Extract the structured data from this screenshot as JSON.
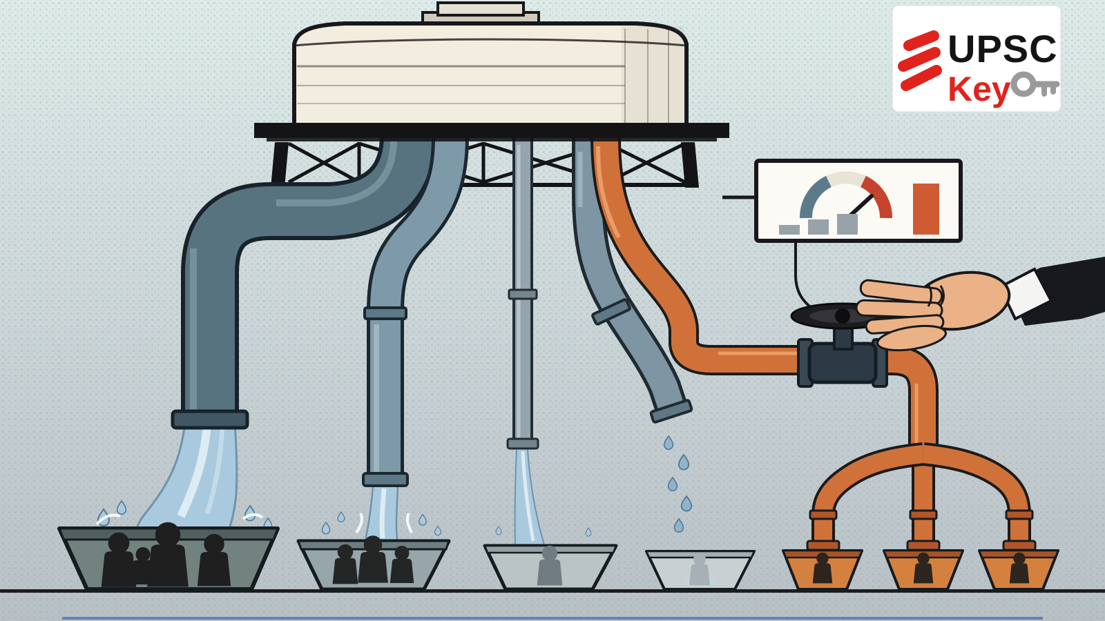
{
  "meta": {
    "type": "editorial-illustration",
    "alt": "A large water tank on a trestle feeds pipes of decreasing size. Wide pipes pour abundant water into basins crowded with people while a thin pipe only drips into a nearly empty basin. A hand turns a valve diverting water through orange pipes into three small pots, monitored by a gauge with rising bars."
  },
  "logo": {
    "brand": "UPSC",
    "product": "Key"
  },
  "palette": {
    "background_top": "#dcebe8",
    "background_bottom": "#b7c0c5",
    "tank_body": "#f2edde",
    "ink": "#141417",
    "pipe_large": "#57737f",
    "pipe_medium": "#7e99a7",
    "pipe_small": "#95a5ad",
    "pipe_drip": "#7e95a3",
    "pipe_orange": "#d0713a",
    "water": "#a9c9de",
    "basin_dark": "#72827f",
    "basin_orange": "#d4813f",
    "people": "#1e1f1e",
    "gauge_red": "#c6432e",
    "logo_red": "#e0231c",
    "skin": "#eab286"
  },
  "scene": {
    "tank": {
      "label": "water-tank"
    },
    "pipes": [
      {
        "id": "pipe-1",
        "size": "widest",
        "color": "#57737f",
        "flow": "torrent"
      },
      {
        "id": "pipe-2",
        "size": "wide",
        "color": "#7e99a7",
        "flow": "steady"
      },
      {
        "id": "pipe-3",
        "size": "thin",
        "color": "#95a5ad",
        "flow": "trickle"
      },
      {
        "id": "pipe-4",
        "size": "medium",
        "color": "#7e95a3",
        "flow": "drips"
      },
      {
        "id": "pipe-5",
        "size": "medium",
        "color": "#d0713a",
        "flow": "diverted-through-valve"
      }
    ],
    "basins": [
      {
        "id": "basin-1",
        "people": 4,
        "water": "overflowing"
      },
      {
        "id": "basin-2",
        "people": 3,
        "water": "steady"
      },
      {
        "id": "basin-3",
        "people": 1,
        "water": "thin-stream"
      },
      {
        "id": "basin-4",
        "people": 1,
        "water": "drips-only"
      },
      {
        "id": "basin-5",
        "people": 1,
        "color": "orange"
      },
      {
        "id": "basin-6",
        "people": 1,
        "color": "orange"
      },
      {
        "id": "basin-7",
        "people": 1,
        "color": "orange"
      }
    ],
    "controls": [
      {
        "id": "gauge",
        "state": "needle-high"
      },
      {
        "id": "valve",
        "state": "hand-turning"
      }
    ]
  },
  "gauge": {
    "bars": [
      14,
      22,
      30,
      74
    ],
    "bar_colors": [
      "#98a3a9",
      "#98a3a9",
      "#98a3a9",
      "#cf5b33"
    ],
    "needle": "pointing-high-right"
  }
}
